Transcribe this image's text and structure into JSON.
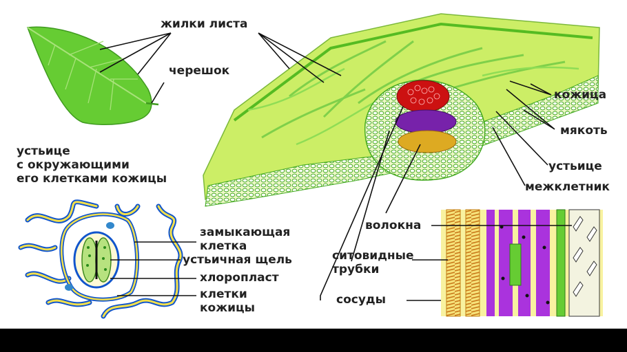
{
  "labels": {
    "leaf_veins": "жилки листа",
    "petiole": "черешок",
    "epidermis": "кожица",
    "mesophyll": "мякоть",
    "stoma": "устьице",
    "intercellular": "межклетник",
    "stoma_caption": "устьице\nс окружающими\nего клетками кожицы",
    "guard_cell": "замыкающая\nклетка",
    "stomatal_slit": "устьичная щель",
    "chloroplast": "хлоропласт",
    "epidermal_cells": "клетки\nкожицы",
    "fibers": "волокна",
    "sieve_tubes": "ситовидные\nтрубки",
    "vessels": "сосуды"
  },
  "colors": {
    "leaf_green": "#66cc33",
    "leaf_light": "#ccee66",
    "xylem_red": "#cc1111",
    "phloem_purple": "#7722aa",
    "sclerenchyma_gold": "#ddaa22",
    "cell_outline_blue": "#1155cc",
    "cell_wall_yellow": "#f5e04a",
    "bar_black": "#000000"
  }
}
